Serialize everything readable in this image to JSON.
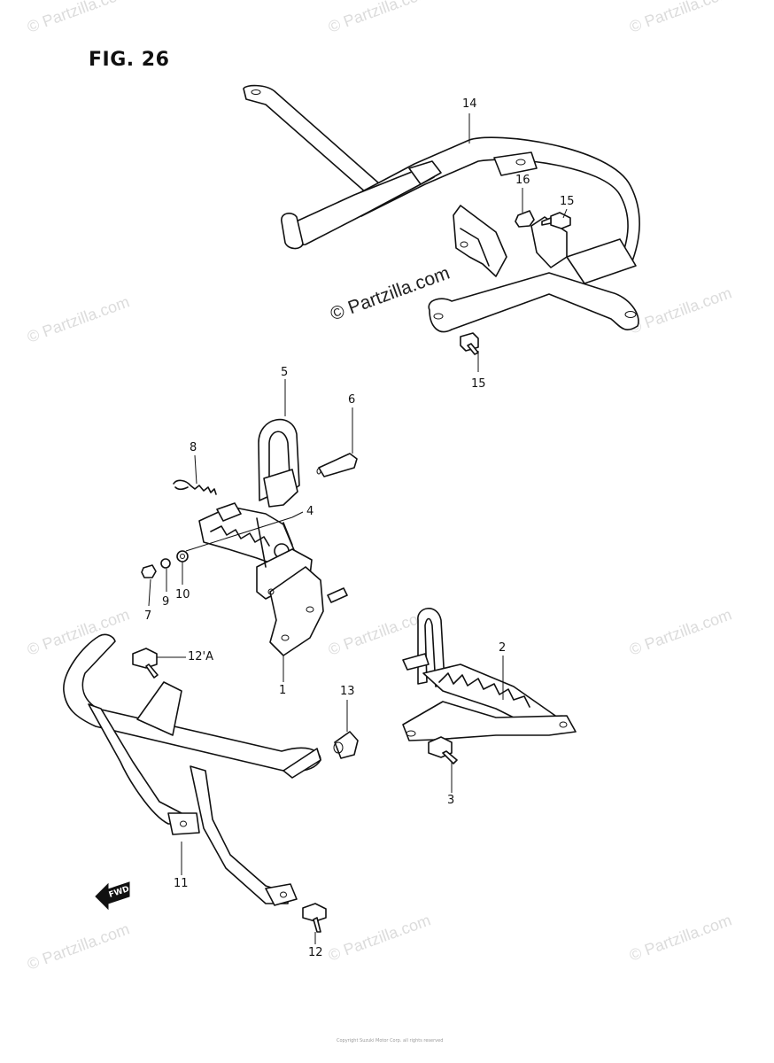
{
  "figure": {
    "title": "FIG. 26"
  },
  "watermarks": [
    "© Partzilla.com",
    "© Partzilla.com",
    "© Partzilla.com",
    "© Partzilla.com",
    "© Partzilla.com",
    "© Partzilla.com",
    "© Partzilla.com",
    "© Partzilla.com",
    "© Partzilla.com",
    "© Partzilla.com",
    "© Partzilla.com"
  ],
  "center_watermark": "© Partzilla.com",
  "callouts": {
    "c14": "14",
    "c16": "16",
    "c15a": "15",
    "c15b": "15",
    "c5": "5",
    "c6": "6",
    "c8": "8",
    "c4": "4",
    "c7": "7",
    "c9": "9",
    "c10": "10",
    "c1": "1",
    "c12a": "12'A",
    "c2": "2",
    "c13": "13",
    "c3": "3",
    "c11": "11",
    "c12": "12"
  },
  "forward_label": "FWD",
  "footer_text": "Copyright Suzuki Motor Corp. all rights reserved"
}
